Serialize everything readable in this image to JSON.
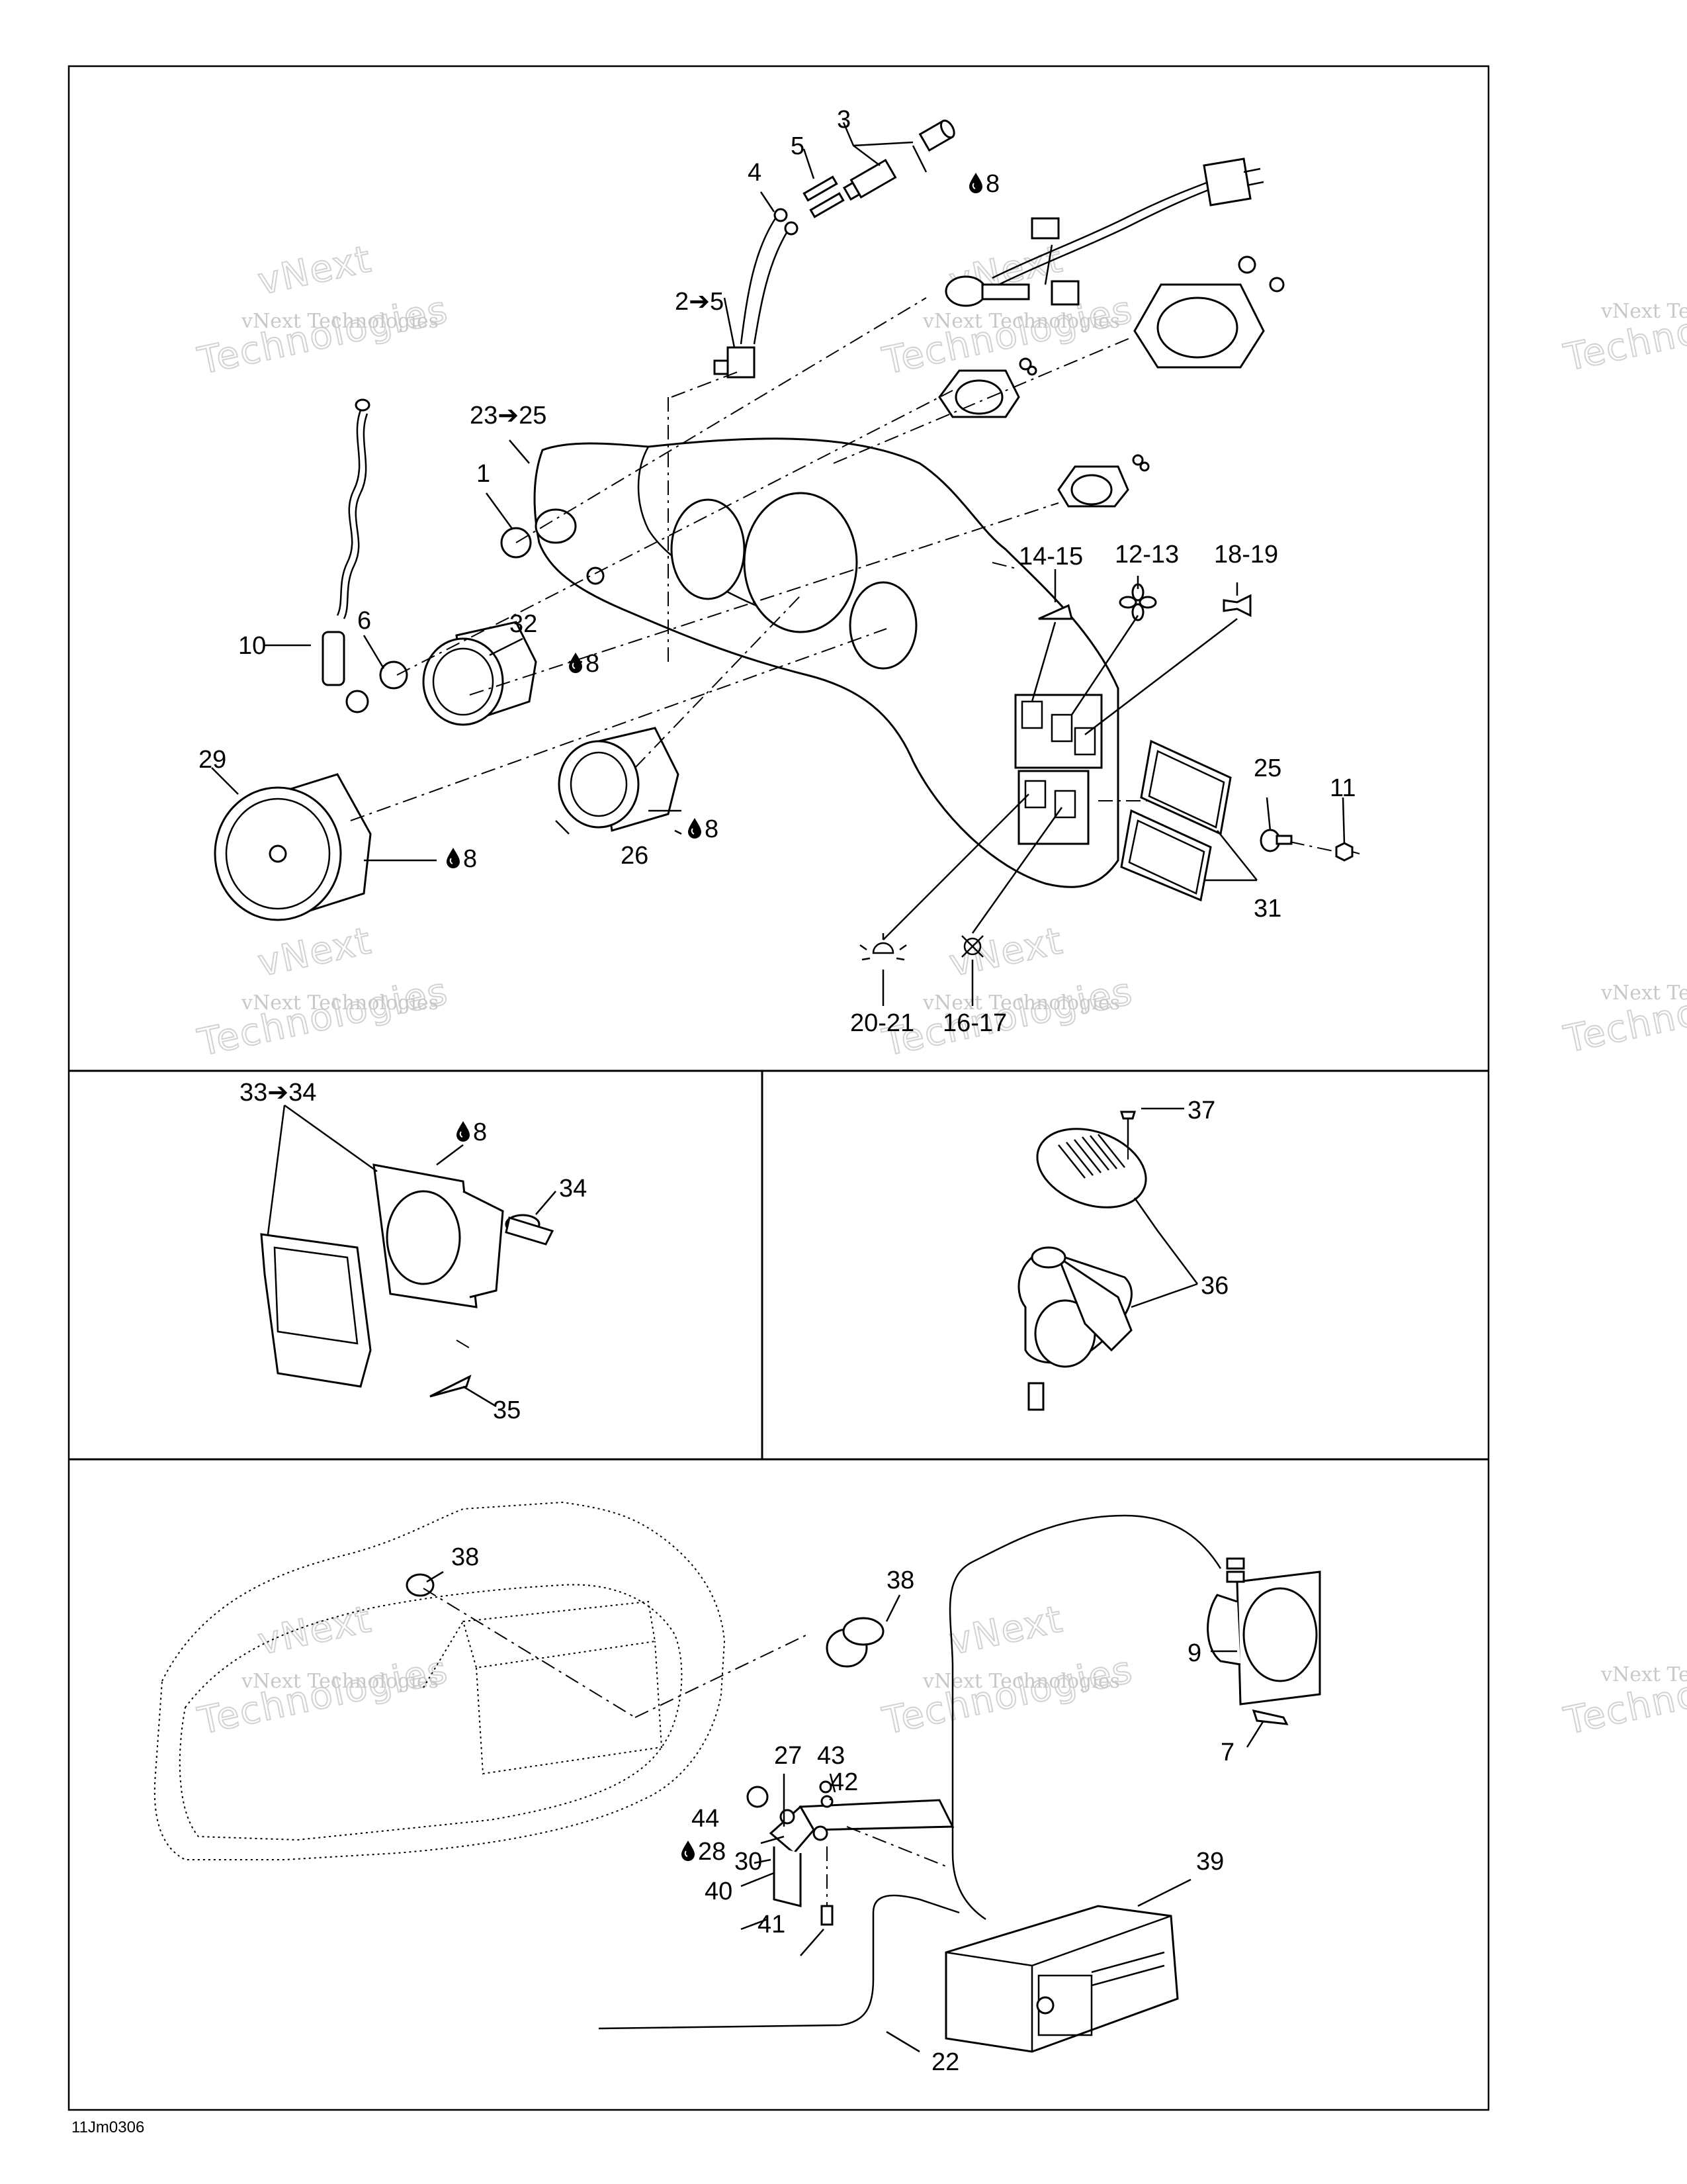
{
  "drawing_code": "11Jm0306",
  "watermark": {
    "line1": "vNext Technologies",
    "line2": "Technologies",
    "line3": "vNext"
  },
  "callouts": {
    "c1": "1",
    "c2_5": "2➔5",
    "c3": "3",
    "c4": "4",
    "c5": "5",
    "c6": "6",
    "c8a": "8",
    "c8b": "8",
    "c8c": "8",
    "c8d": "8",
    "c8e": "8",
    "c28": "28",
    "c10": "10",
    "c11": "11",
    "c12_13": "12-13",
    "c14_15": "14-15",
    "c16_17": "16-17",
    "c18_19": "18-19",
    "c20_21": "20-21",
    "c23_25": "23➔25",
    "c25": "25",
    "c26": "26",
    "c29": "29",
    "c31": "31",
    "c32": "32",
    "c33_34": "33➔34",
    "c34": "34",
    "c35": "35",
    "c36": "36",
    "c37": "37",
    "c38a": "38",
    "c38b": "38",
    "c39": "39",
    "c9": "9",
    "c7": "7",
    "c22": "22",
    "c27": "27",
    "c30": "30",
    "c40": "40",
    "c41": "41",
    "c42": "42",
    "c43": "43",
    "c44": "44"
  },
  "icons": [
    "oil-drop-icon",
    "fan-icon",
    "horn-icon",
    "wiper-icon",
    "light-icon",
    "bilge-icon"
  ]
}
